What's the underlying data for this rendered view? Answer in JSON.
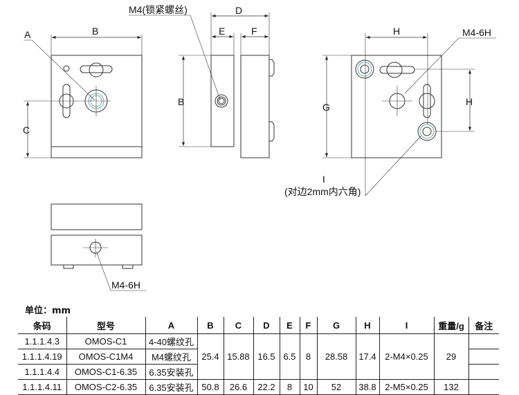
{
  "drawing": {
    "front_view": {
      "label_a": "A",
      "label_b": "B",
      "label_c": "C"
    },
    "side_view": {
      "label_d": "D",
      "label_e": "E",
      "label_f": "F",
      "label_b": "B",
      "screw_callout": "M4(锁紧螺丝)"
    },
    "rear_view": {
      "label_h_top": "H",
      "label_h_right": "H",
      "label_g": "G",
      "thread_callout": "M4-6H",
      "label_i": "I",
      "hex_callout": "(对边2mm内六角)"
    },
    "bottom_view": {
      "thread_callout": "M4-6H"
    }
  },
  "table": {
    "unit": "单位：mm",
    "headers": [
      "条码",
      "型号",
      "A",
      "B",
      "C",
      "D",
      "E",
      "F",
      "G",
      "H",
      "I",
      "重量/g",
      "备注"
    ],
    "rows": [
      {
        "code": "1.1.1.4.3",
        "model": "OMOS-C1",
        "a": "4-40螺纹孔"
      },
      {
        "code": "1.1.1.4.19",
        "model": "OMOS-C1M4",
        "a": "M4螺纹孔"
      },
      {
        "code": "1.1.1.4.4",
        "model": "OMOS-C1-6.35",
        "a": "6.35安装孔"
      }
    ],
    "group1": {
      "b": "25.4",
      "c": "15.88",
      "d": "16.5",
      "e": "6.5",
      "f": "8",
      "g": "28.58",
      "h": "17.4",
      "i": "2-M4×0.25",
      "weight": "29"
    },
    "row4": {
      "code": "1.1.1.4.11",
      "model": "OMOS-C2-6.35",
      "a": "6.35安装孔",
      "b": "50.8",
      "c": "26.6",
      "d": "22.2",
      "e": "8",
      "f": "10",
      "g": "52",
      "h": "38.8",
      "i": "2-M5×0.25",
      "weight": "132"
    }
  }
}
